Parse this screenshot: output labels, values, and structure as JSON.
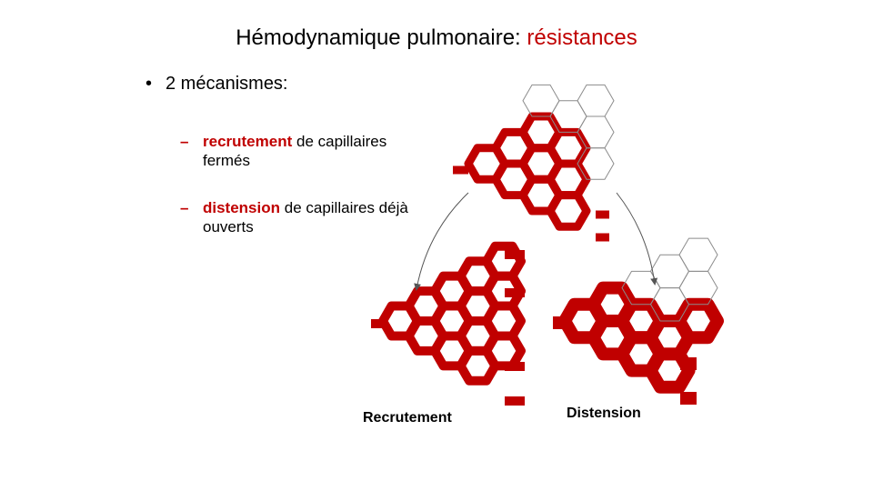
{
  "slide": {
    "title_main": "Hémodynamique pulmonaire: ",
    "title_accent": "résistances",
    "bullet": {
      "marker": "•",
      "text": "2 mécanismes:"
    },
    "subitems": [
      {
        "dash": "–",
        "keyword": "recrutement",
        "rest": " de capillaires fermés"
      },
      {
        "dash": "–",
        "keyword": "distension",
        "rest": " de capillaires déjà ouverts"
      }
    ]
  },
  "diagram": {
    "captions": {
      "recruitment": "Recrutement",
      "distension": "Distension"
    },
    "colors": {
      "vessel_red": "#c00000",
      "closed_capillary_gray": "#8c8c8c",
      "arrow": "#555555",
      "accent": "#c00000"
    }
  }
}
